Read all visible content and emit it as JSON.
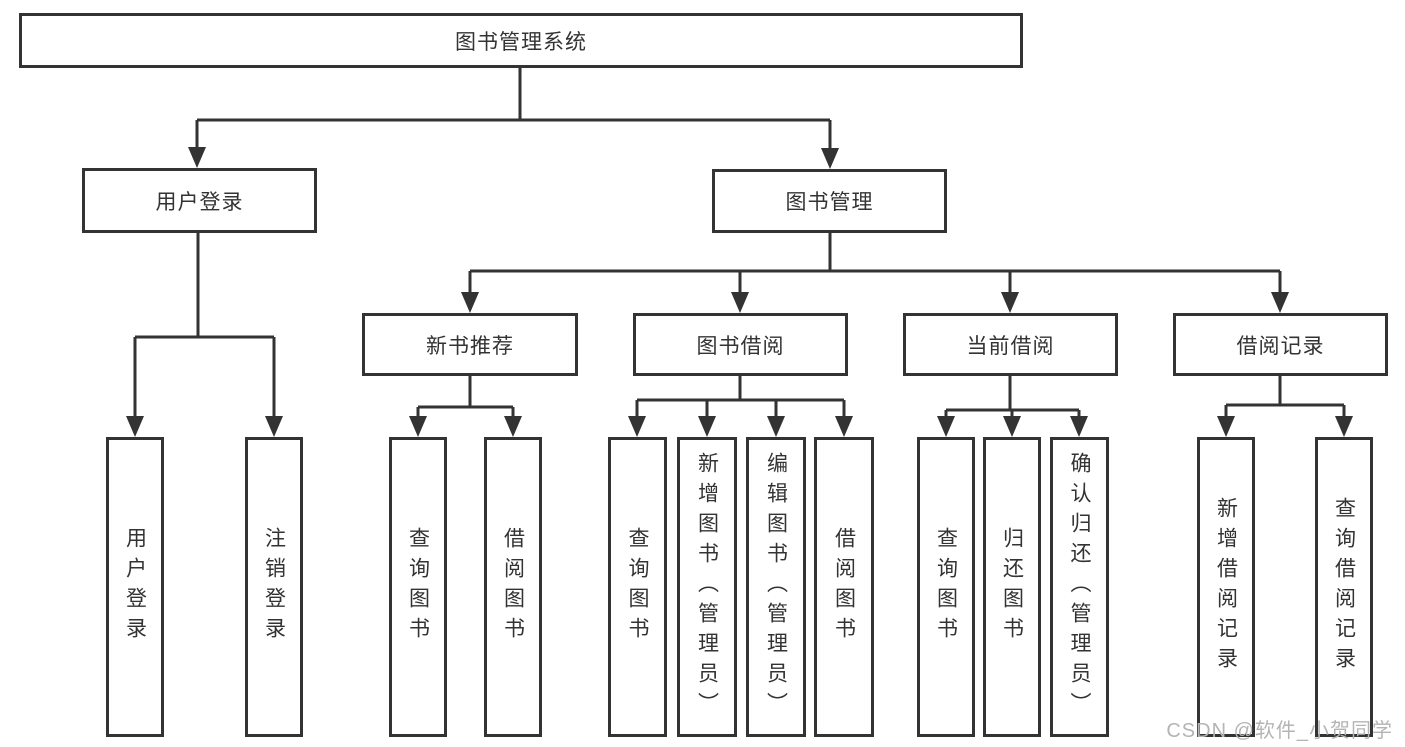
{
  "tree": {
    "root": {
      "label": "图书管理系统",
      "children": [
        {
          "label": "用户登录",
          "children": [
            {
              "label": "用户登录"
            },
            {
              "label": "注销登录"
            }
          ]
        },
        {
          "label": "图书管理",
          "children": [
            {
              "label": "新书推荐",
              "children": [
                {
                  "label": "查询图书"
                },
                {
                  "label": "借阅图书"
                }
              ]
            },
            {
              "label": "图书借阅",
              "children": [
                {
                  "label": "查询图书"
                },
                {
                  "label": "新增图书（管理员）"
                },
                {
                  "label": "编辑图书（管理员）"
                },
                {
                  "label": "借阅图书"
                }
              ]
            },
            {
              "label": "当前借阅",
              "children": [
                {
                  "label": "查询图书"
                },
                {
                  "label": "归还图书"
                },
                {
                  "label": "确认归还（管理员）"
                }
              ]
            },
            {
              "label": "借阅记录",
              "children": [
                {
                  "label": "新增借阅记录"
                },
                {
                  "label": "查询借阅记录"
                }
              ]
            }
          ]
        }
      ]
    }
  },
  "watermark": {
    "text": "CSDN @软件_小贺同学"
  },
  "colors": {
    "line": "#333333",
    "box_border": "#333333",
    "box_fill": "#ffffff",
    "text": "#333333",
    "watermark": "#b4b4b4",
    "background": "#ffffff"
  }
}
